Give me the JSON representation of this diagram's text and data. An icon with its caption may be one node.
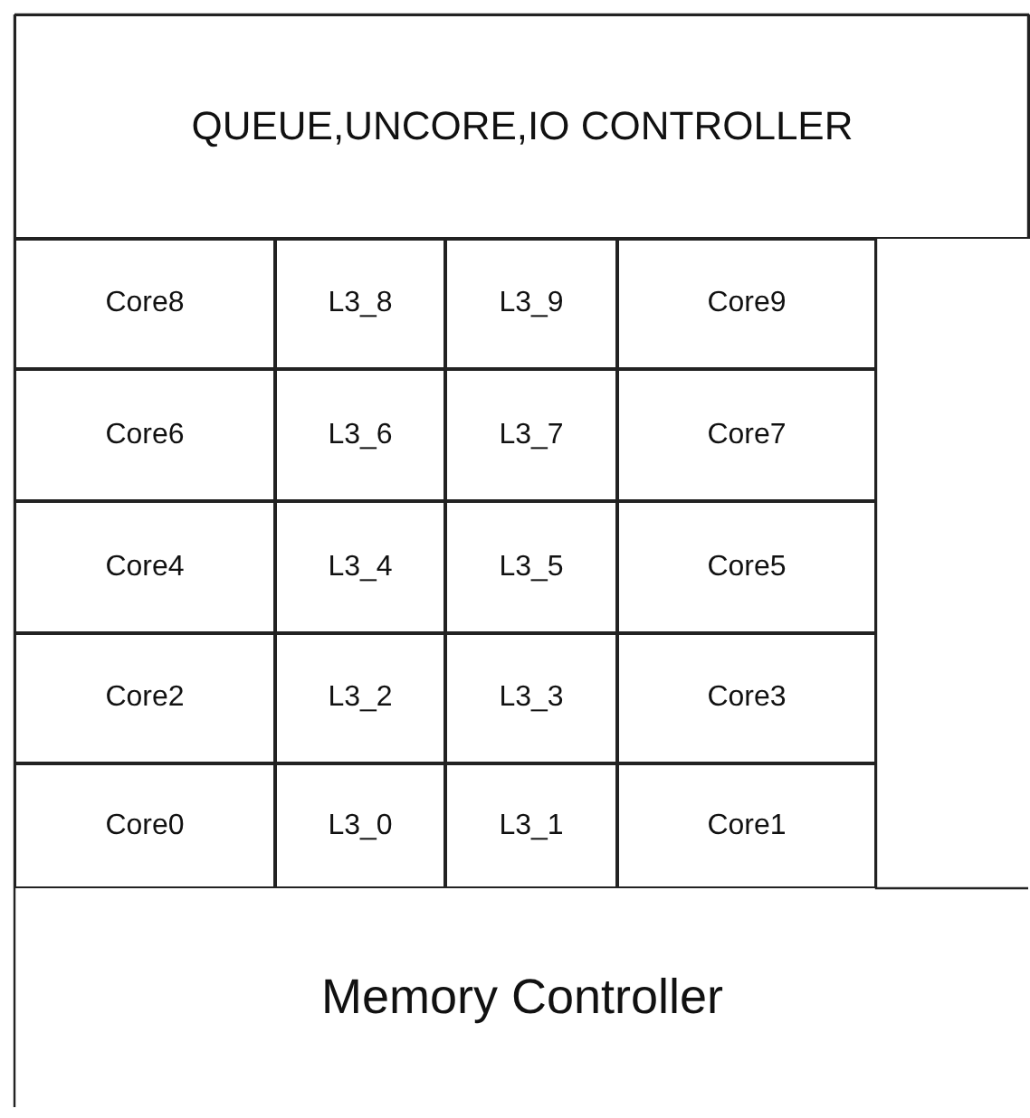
{
  "diagram": {
    "nodes": [
      {
        "text": [
          "QUEUE,UNCORE,IO CONTROLLER"
        ]
      },
      {
        "text": [
          "Core8"
        ]
      },
      {
        "text": [
          "L3_8"
        ]
      },
      {
        "text": [
          "L3_9"
        ]
      },
      {
        "text": [
          "Core9"
        ]
      },
      {
        "text": [
          "Core6"
        ]
      },
      {
        "text": [
          "L3_6"
        ]
      },
      {
        "text": [
          "L3_7"
        ]
      },
      {
        "text": [
          "Core7"
        ]
      },
      {
        "text": [
          "Core4"
        ]
      },
      {
        "text": [
          "L3_4"
        ]
      },
      {
        "text": [
          "L3_5"
        ]
      },
      {
        "text": [
          "Core5"
        ]
      },
      {
        "text": [
          "Core2"
        ]
      },
      {
        "text": [
          "L3_2"
        ]
      },
      {
        "text": [
          "L3_3"
        ]
      },
      {
        "text": [
          "Core3"
        ]
      },
      {
        "text": [
          "Core0"
        ]
      },
      {
        "text": [
          "L3_0"
        ]
      },
      {
        "text": [
          "L3_1"
        ]
      },
      {
        "text": [
          "Core1"
        ]
      },
      {
        "text": [
          "Memory Controller"
        ]
      }
    ],
    "edges": []
  }
}
